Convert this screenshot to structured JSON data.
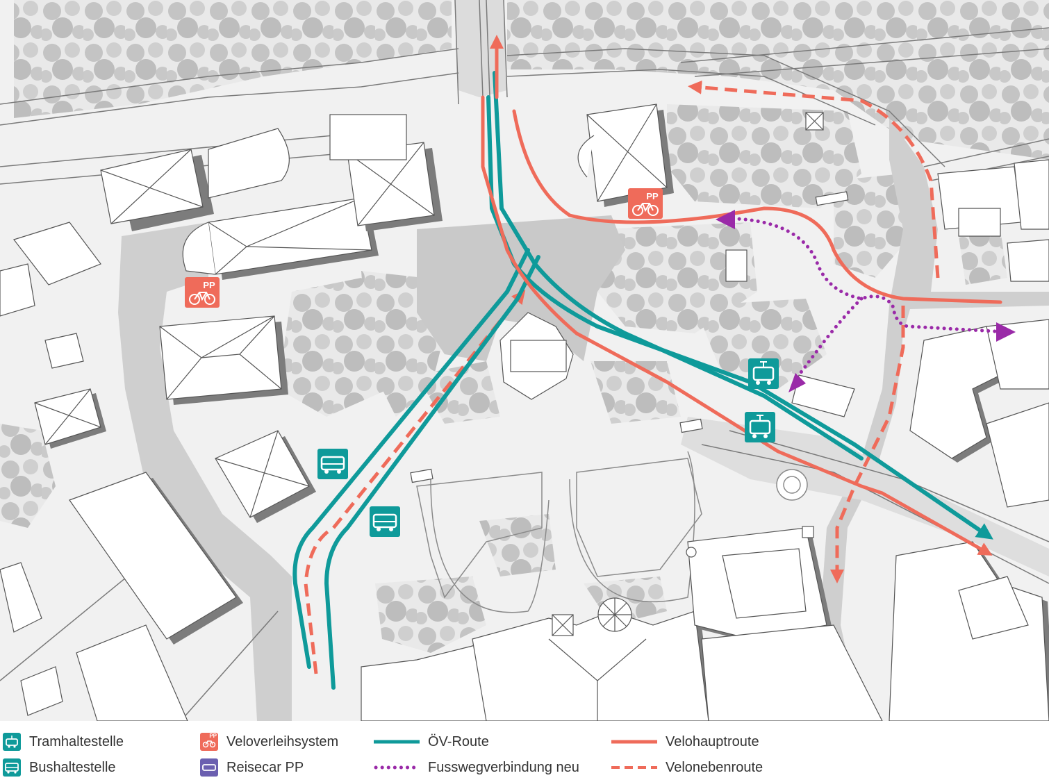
{
  "colors": {
    "teal": "#0f9a9a",
    "salmon": "#ef6b5a",
    "purple": "#9a2aa8",
    "reisecar": "#6b5fb0",
    "building": "#ffffff",
    "shadow": "#7c7c7c",
    "plaza": "#c9c9c9",
    "tree": "#bdbdbd"
  },
  "map": {
    "bike_station_label": "PP"
  },
  "legend": [
    {
      "symbol": "tram-icon",
      "label": "Tramhaltestelle"
    },
    {
      "symbol": "bus-icon",
      "label": "Bushaltestelle"
    },
    {
      "symbol": "bike-rental-icon",
      "label": "Veloverleihsystem",
      "badge": "PP"
    },
    {
      "symbol": "coach-parking-icon",
      "label": "Reisecar PP"
    },
    {
      "symbol": "solid-teal-line",
      "label": "ÖV-Route"
    },
    {
      "symbol": "dotted-purple-line",
      "label": "Fusswegverbindung neu"
    },
    {
      "symbol": "solid-salmon-line",
      "label": "Velohauptroute"
    },
    {
      "symbol": "dashed-salmon-line",
      "label": "Velonebenroute"
    }
  ]
}
